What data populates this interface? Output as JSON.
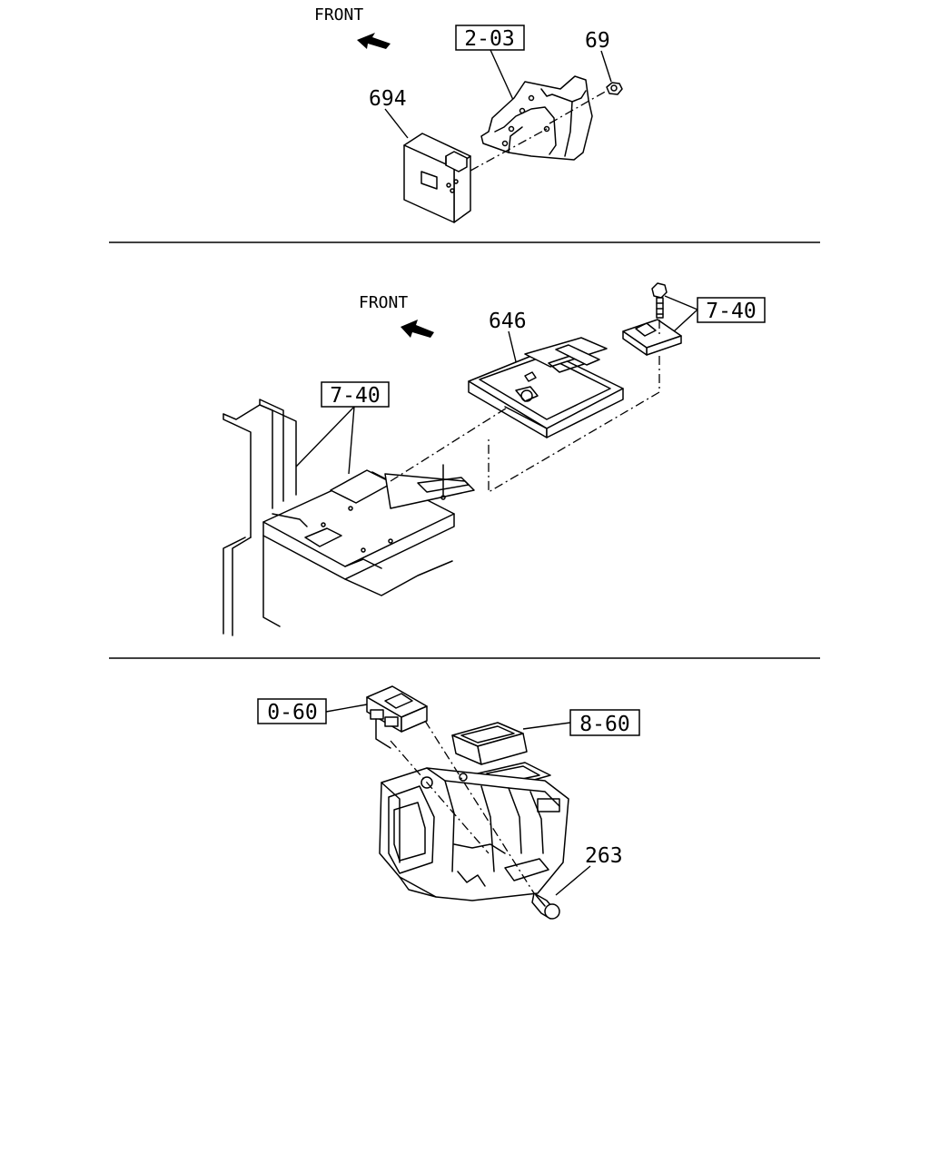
{
  "panels": [
    {
      "name": "ecu-bracket-assembly",
      "front_label": "FRONT",
      "callouts": {
        "part_ecu": "694",
        "part_nut": "69"
      },
      "ref_boxes": {
        "bracket_ref": "2-03"
      }
    },
    {
      "name": "controller-floor-mount",
      "front_label": "FRONT",
      "callouts": {
        "part_controller": "646"
      },
      "ref_boxes": {
        "bolt_ref": "7-40",
        "floor_ref": "7-40"
      }
    },
    {
      "name": "heater-unit-assembly",
      "callouts": {
        "part_screw": "263"
      },
      "ref_boxes": {
        "module_ref": "0-60",
        "duct_ref": "8-60"
      }
    }
  ],
  "colors": {
    "line": "#000000",
    "background": "#ffffff"
  }
}
